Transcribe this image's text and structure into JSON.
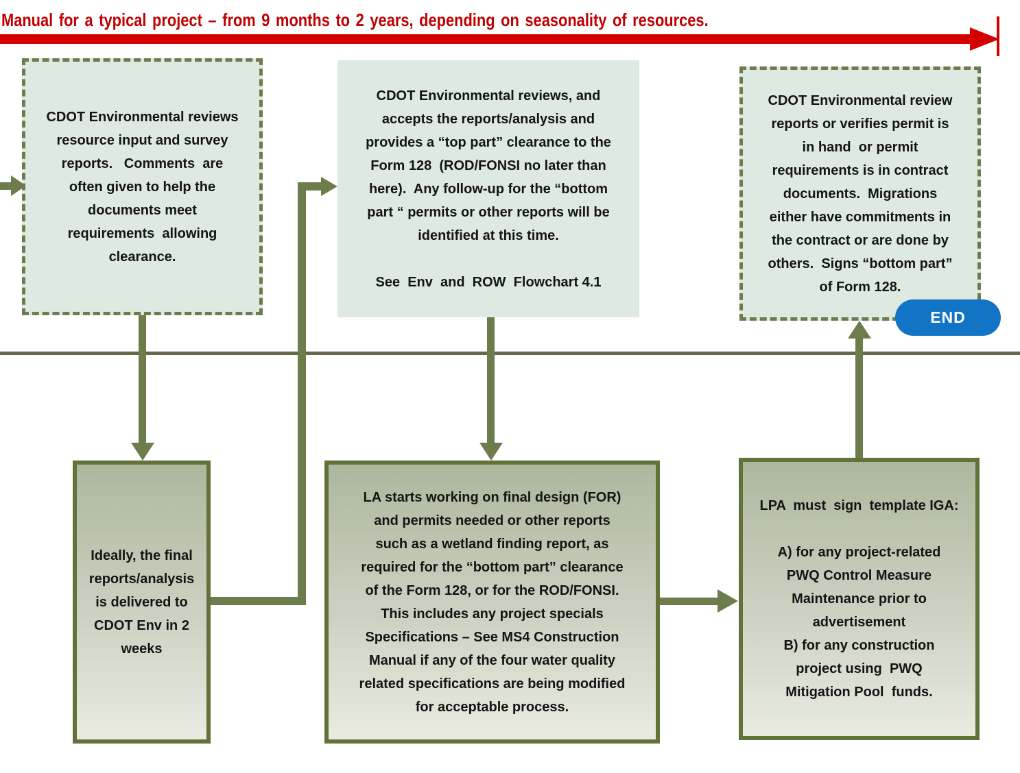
{
  "banner": {
    "text": "Manual for a typical project – from 9 months to 2 years, depending on seasonality of resources.",
    "color": "#c00000"
  },
  "boxes": {
    "env_reviews_input": {
      "text": "CDOT Environmental reviews\nresource input and survey\nreports.   Comments  are\noften given to help the\ndocuments meet\nrequirements  allowing\nclearance."
    },
    "env_accepts_reports": {
      "text": "CDOT Environmental reviews, and\naccepts the reports/analysis and\nprovides a “top part” clearance to the\nForm 128  (ROD/FONSI no later than\nhere).  Any follow-up for the “bottom\npart “ permits or other reports will be\nidentified at this time.\n\nSee  Env  and  ROW  Flowchart 4.1"
    },
    "env_review_verify": {
      "text": "CDOT Environmental review\nreports or verifies permit is\nin hand  or permit\nrequirements is in contract\ndocuments.  Migrations\neither have commitments in\nthe contract or are done by\nothers.  Signs “bottom part”\nof Form 128."
    },
    "final_reports_delivery": {
      "text": "Ideally, the final\nreports/analysis\nis delivered to\nCDOT Env in 2\nweeks"
    },
    "la_final_design": {
      "text": "LA starts working on final design (FOR)\nand permits needed or other reports\nsuch as a wetland finding report, as\nrequired for the “bottom part” clearance\nof the Form 128, or for the ROD/FONSI.\nThis includes any project specials\nSpecifications – See MS4 Construction\nManual if any of the four water quality\nrelated specifications are being modified\nfor acceptable process."
    },
    "lpa_template_iga": {
      "text": "LPA  must  sign  template IGA:\n\nA) for any project-related\nPWQ Control Measure\nMaintenance prior to\nadvertisement\nB) for any construction\nproject using  PWQ\nMitigation Pool  funds."
    }
  },
  "end_badge": {
    "label": "END"
  },
  "colors": {
    "timeline_red": "#d40000",
    "banner_red": "#c00000",
    "arrow_olive": "#6d7c4b",
    "divider_olive": "#6b6847",
    "box_fill_light": "#dee9e2",
    "dashed_border": "#6e7c4d",
    "solid_border": "#617339",
    "end_blue": "#1174c5"
  }
}
